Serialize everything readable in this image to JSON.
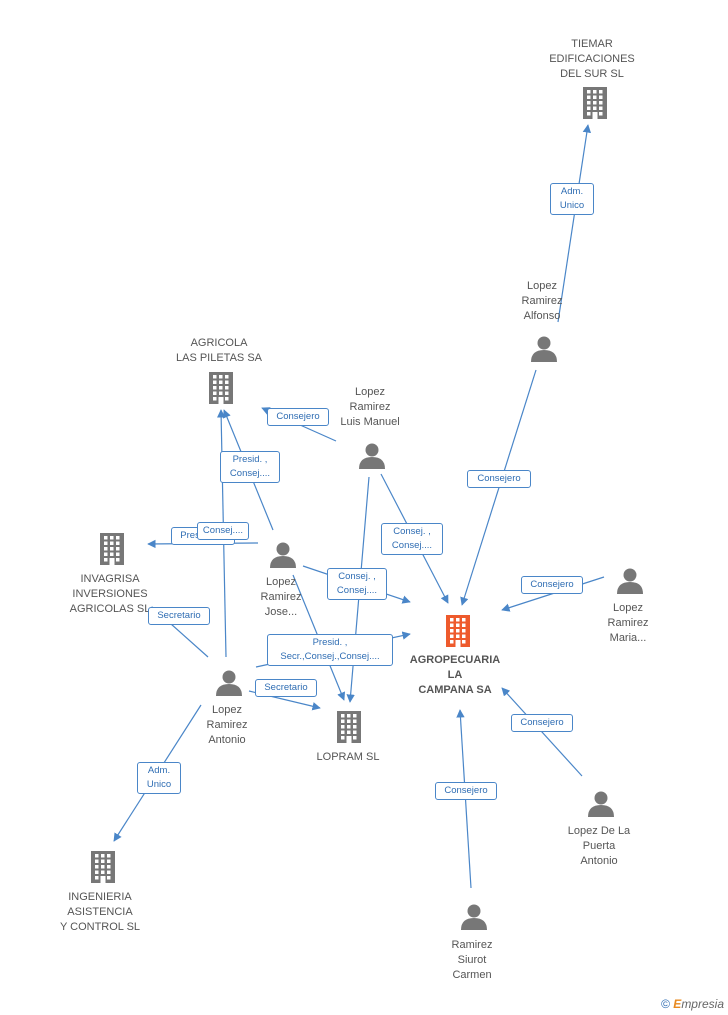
{
  "nodes": {
    "tiemar": {
      "label": "TIEMAR\nEDIFICACIONES\nDEL SUR  SL",
      "kind": "company",
      "icon": "building-icon"
    },
    "agricola": {
      "label": "AGRICOLA\nLAS PILETAS SA",
      "kind": "company",
      "icon": "building-icon"
    },
    "invagrisa": {
      "label": "INVAGRISA\nINVERSIONES\nAGRICOLAS SL",
      "kind": "company",
      "icon": "building-icon"
    },
    "lopram": {
      "label": "LOPRAM SL",
      "kind": "company",
      "icon": "building-icon"
    },
    "ingenieria": {
      "label": "INGENIERIA\nASISTENCIA\nY CONTROL SL",
      "kind": "company",
      "icon": "building-icon"
    },
    "agropecuaria": {
      "label": "AGROPECUARIA\nLA\nCAMPANA SA",
      "kind": "main-company",
      "icon": "building-icon"
    },
    "alfonso": {
      "label": "Lopez\nRamirez\nAlfonso",
      "kind": "person",
      "icon": "person-icon"
    },
    "luis_manuel": {
      "label": "Lopez\nRamirez\nLuis Manuel",
      "kind": "person",
      "icon": "person-icon"
    },
    "jose": {
      "label": "Lopez\nRamirez\nJose...",
      "kind": "person",
      "icon": "person-icon"
    },
    "antonio": {
      "label": "Lopez\nRamirez\nAntonio",
      "kind": "person",
      "icon": "person-icon"
    },
    "maria": {
      "label": "Lopez\nRamirez\nMaria...",
      "kind": "person",
      "icon": "person-icon"
    },
    "puerta": {
      "label": "Lopez De La\nPuerta\nAntonio",
      "kind": "person",
      "icon": "person-icon"
    },
    "siurot": {
      "label": "Ramirez\nSiurot\nCarmen",
      "kind": "person",
      "icon": "person-icon"
    }
  },
  "edges": [
    {
      "from": "alfonso",
      "to": "tiemar",
      "label": "Adm.\nUnico"
    },
    {
      "from": "alfonso",
      "to": "agropecuaria",
      "label": "Consejero"
    },
    {
      "from": "luis_manuel",
      "to": "agricola",
      "label": "Consejero"
    },
    {
      "from": "luis_manuel",
      "to": "agropecuaria",
      "label": "Consej. ,\nConsej...."
    },
    {
      "from": "luis_manuel",
      "to": "lopram",
      "label": ""
    },
    {
      "from": "jose",
      "to": "agricola",
      "label": "Presid. ,\nConsej...."
    },
    {
      "from": "jose",
      "to": "invagrisa",
      "label": "Presidente"
    },
    {
      "from": "jose",
      "to": "agropecuaria",
      "label": "Consej. ,\nConsej...."
    },
    {
      "from": "jose",
      "to": "lopram",
      "label": ""
    },
    {
      "from": "antonio",
      "to": "agricola",
      "label": "Consej...."
    },
    {
      "from": "antonio",
      "to": "invagrisa",
      "label": "Secretario"
    },
    {
      "from": "antonio",
      "to": "agropecuaria",
      "label": "Presid. ,\nSecr.,Consej.,Consej...."
    },
    {
      "from": "antonio",
      "to": "lopram",
      "label": "Secretario"
    },
    {
      "from": "antonio",
      "to": "ingenieria",
      "label": "Adm.\nUnico"
    },
    {
      "from": "maria",
      "to": "agropecuaria",
      "label": "Consejero"
    },
    {
      "from": "puerta",
      "to": "agropecuaria",
      "label": "Consejero"
    },
    {
      "from": "siurot",
      "to": "agropecuaria",
      "label": "Consejero"
    }
  ],
  "colors": {
    "edge": "#4a86c8",
    "icon": "#777777",
    "main_icon": "#ee5a2c",
    "label_text": "#2f6db3"
  },
  "brand": {
    "copyright": "©",
    "e": "E",
    "rest": "mpresia"
  }
}
